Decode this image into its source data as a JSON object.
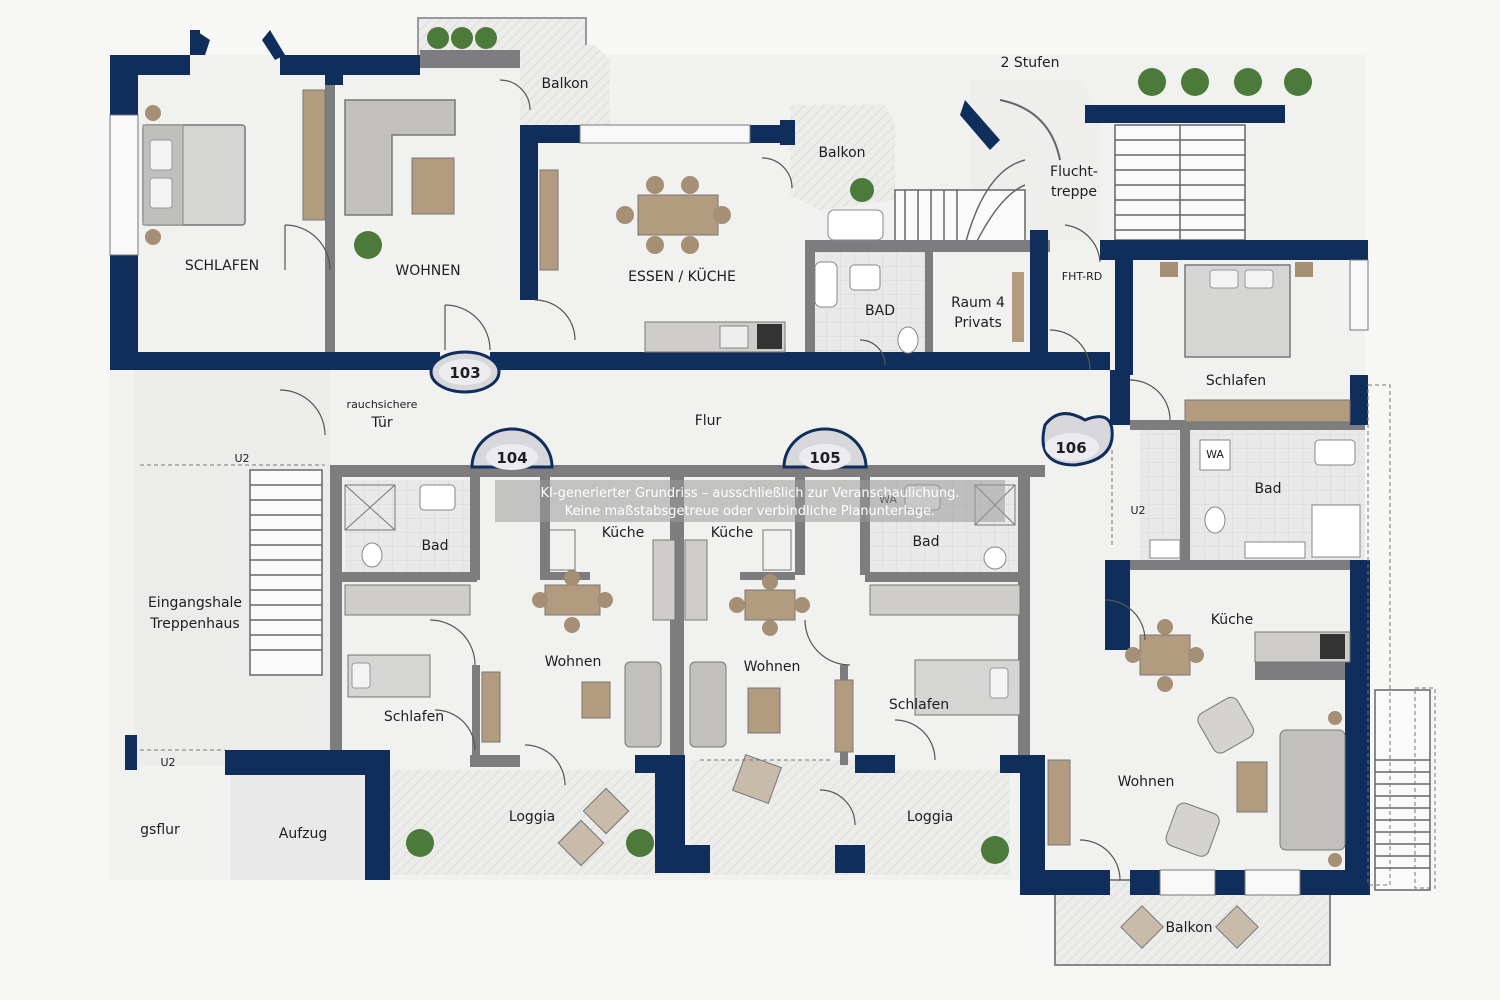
{
  "labels": {
    "schlafen_top": "SCHLAFEN",
    "wohnen_top": "WOHNEN",
    "essen_kueche": "ESSEN / KÜCHE",
    "balkon_1": "Balkon",
    "balkon_2": "Balkon",
    "balkon_3": "Balkon",
    "bad_top": "BAD",
    "raum4_line1": "Raum 4",
    "raum4_line2": "Privats",
    "zwei_stufen": "2 Stufen",
    "flucht_line1": "Flucht-",
    "flucht_line2": "treppe",
    "fht_rd": "FHT-RD",
    "schlafen_right": "Schlafen",
    "bad_right": "Bad",
    "kueche_right": "Küche",
    "wohnen_right": "Wohnen",
    "rauch_line1": "rauchsichere",
    "rauch_line2": "Tür",
    "flur": "Flur",
    "eingang_line1": "Eingangshale",
    "eingang_line2": "Treppenhaus",
    "gsflur": "gsflur",
    "aufzug": "Aufzug",
    "bad_104": "Bad",
    "kueche_104": "Küche",
    "wohnen_104": "Wohnen",
    "schlafen_104": "Schlafen",
    "loggia_104": "Loggia",
    "kueche_105": "Küche",
    "wohnen_105": "Wohnen",
    "bad_105": "Bad",
    "schlafen_105": "Schlafen",
    "loggia_105": "Loggia",
    "u2_a": "U2",
    "u2_b": "U2",
    "u2_c": "U2",
    "wa_1": "WA",
    "wa_2": "WA"
  },
  "units": {
    "u103": "103",
    "u104": "104",
    "u105": "105",
    "u106": "106"
  },
  "watermark": {
    "line1": "KI-generierter Grundriss – ausschließlich zur Veranschaulichung.",
    "line2": "Keine maßstabsgetreue oder verbindliche Planunterlage."
  },
  "colors": {
    "wall_accent": "#0f2e5c",
    "wall_inner": "#7a7a7a",
    "floor": "#f1f1ef",
    "wood": "#b39b80",
    "sofa": "#c2c0bc"
  }
}
